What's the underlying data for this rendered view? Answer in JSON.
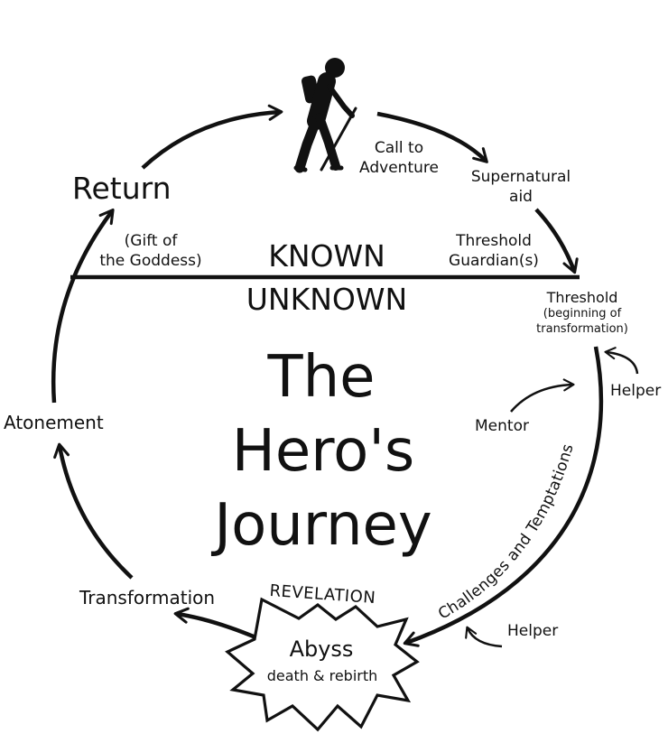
{
  "title": {
    "line1": "The",
    "line2": "Hero's",
    "line3": "Journey"
  },
  "divider": {
    "known": "KNOWN",
    "unknown": "UNKNOWN"
  },
  "stages": {
    "call": {
      "line1": "Call to",
      "line2": "Adventure"
    },
    "supernatural": {
      "line1": "Supernatural",
      "line2": "aid"
    },
    "guardians": {
      "line1": "Threshold",
      "line2": "Guardian(s)"
    },
    "threshold": {
      "line1": "Threshold",
      "line2": "(beginning of",
      "line3": "transformation)"
    },
    "helper_top": "Helper",
    "mentor": "Mentor",
    "challenges": "Challenges and Temptations",
    "helper_bottom": "Helper",
    "revelation": "REVELATION",
    "abyss": {
      "line1": "Abyss",
      "line2": "death & rebirth"
    },
    "transformation": "Transformation",
    "atonement": "Atonement",
    "return": "Return",
    "gift": {
      "line1": "(Gift of",
      "line2": "the Goddess)"
    }
  },
  "icons": {
    "hiker": "hiker-icon",
    "abyss": "starburst-icon"
  },
  "colors": {
    "ink": "#111111",
    "background": "#ffffff"
  }
}
